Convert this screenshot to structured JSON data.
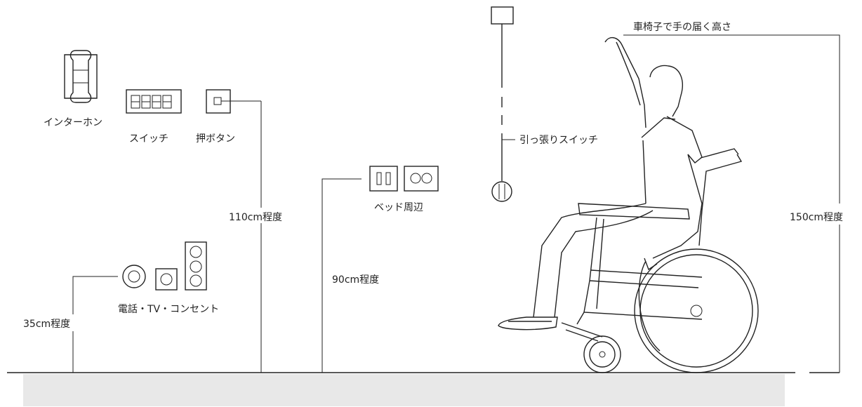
{
  "labels": {
    "intercom": "インターホン",
    "switch": "スイッチ",
    "push_button": "押ボタン",
    "height_110": "110cm程度",
    "bedside": "ベッド周辺",
    "height_90": "90cm程度",
    "phone_tv_outlet": "電話・TV・コンセント",
    "height_35": "35cm程度",
    "pull_switch": "引っ張りスイッチ",
    "reach_height": "車椅子で手の届く高さ",
    "height_150": "150cm程度"
  },
  "colors": {
    "line": "#222222",
    "floor_band": "#e8e8e8"
  }
}
